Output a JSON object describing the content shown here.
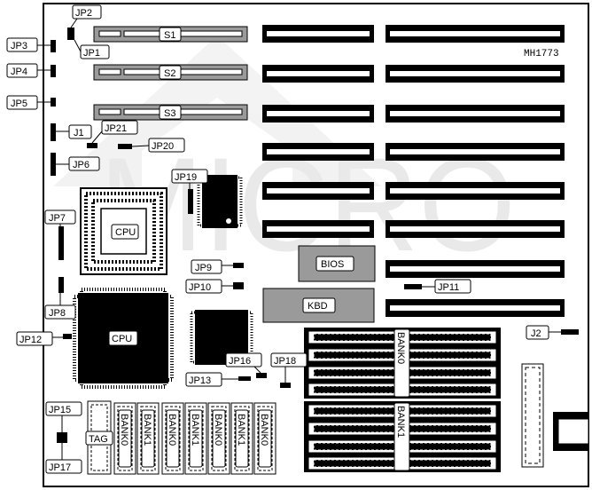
{
  "model": "MH1773",
  "watermark": "MICRO",
  "slots": {
    "s1": "S1",
    "s2": "S2",
    "s3": "S3"
  },
  "chips": {
    "cpu_socket": "CPU",
    "cpu_main": "CPU",
    "bios": "BIOS",
    "kbd": "KBD",
    "tag": "TAG"
  },
  "jumpers": {
    "jp1": "JP1",
    "jp2": "JP2",
    "jp3": "JP3",
    "jp4": "JP4",
    "jp5": "JP5",
    "jp6": "JP6",
    "jp7": "JP7",
    "jp8": "JP8",
    "jp9": "JP9",
    "jp10": "JP10",
    "jp11": "JP11",
    "jp12": "JP12",
    "jp13": "JP13",
    "jp15": "JP15",
    "jp16": "JP16",
    "jp17": "JP17",
    "jp18": "JP18",
    "jp19": "JP19",
    "jp20": "JP20",
    "jp21": "JP21",
    "j1": "J1",
    "j2": "J2"
  },
  "cache_banks": [
    "BANK0",
    "BANK1",
    "BANK0",
    "BANK1",
    "BANK0",
    "BANK1",
    "BANK0"
  ],
  "simm_banks": {
    "upper": "BANK0",
    "lower": "BANK1"
  }
}
